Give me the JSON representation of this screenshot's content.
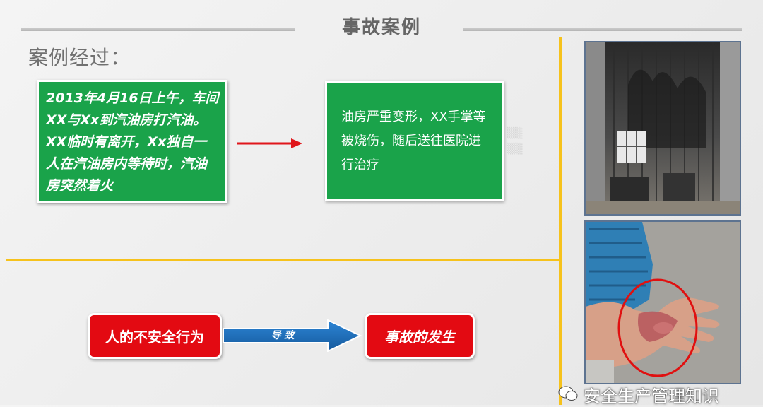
{
  "header": {
    "title": "事故案例"
  },
  "section": {
    "title": "案例经过："
  },
  "case_box": {
    "text": " 2013年4月16日上午，车间XX与Xx到汽油房打汽油。XX临时有离开，Xx独自一人在汽油房内等待时，汽油房突然着火"
  },
  "result_box": {
    "text": "油房严重变形，XX手掌等被烧伤，随后送往医院进行治疗"
  },
  "cause_button": {
    "label": "人的不安全行为"
  },
  "arrow": {
    "label": "导 致"
  },
  "effect_button": {
    "label": "事故的发生"
  },
  "watermark": {
    "text": "安全生产管理知识"
  },
  "colors": {
    "green_box": "#1aa34a",
    "red_button": "#e30a12",
    "blue_arrow": "#1f6fb8",
    "divider": "#f6c21c",
    "red_arrow": "#e0161b"
  },
  "photos": [
    {
      "name": "burned-oil-room-photo"
    },
    {
      "name": "burned-hand-photo"
    }
  ]
}
